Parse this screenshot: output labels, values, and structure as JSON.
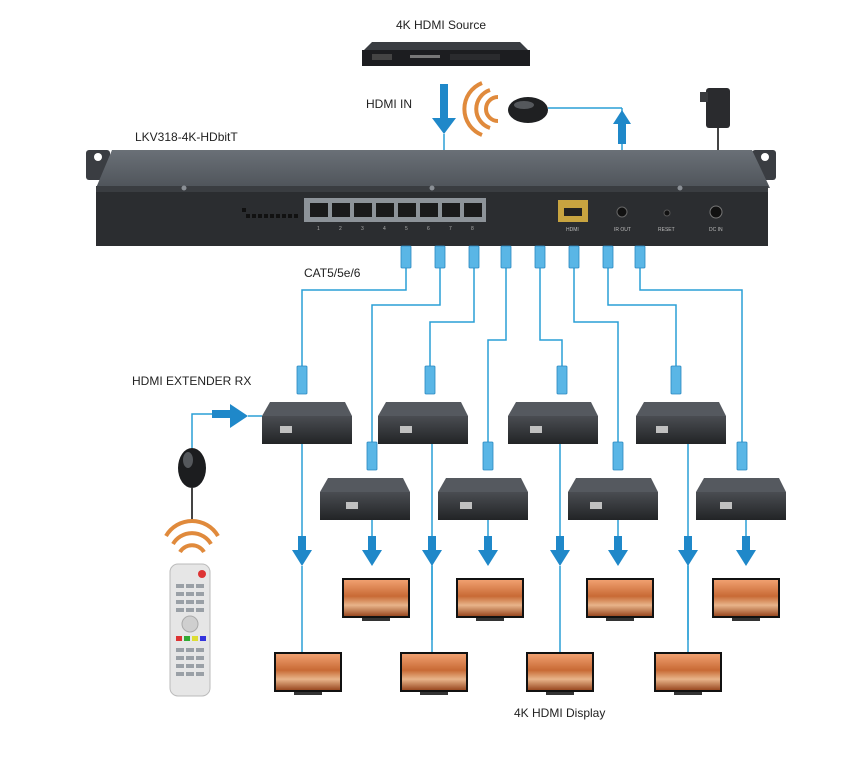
{
  "labels": {
    "source": "4K HDMI Source",
    "hdmi_in": "HDMI IN",
    "model": "LKV318-4K-HDbitT",
    "cable": "CAT5/5e/6",
    "receiver": "HDMI EXTENDER RX",
    "display": "4K HDMI Display"
  },
  "panel": {
    "hdmi_port": "HDMI",
    "ir_out": "IR OUT",
    "reset": "RESET",
    "dc_in": "DC IN",
    "port_numbers": [
      "1",
      "2",
      "3",
      "4",
      "5",
      "6",
      "7",
      "8"
    ]
  },
  "colors": {
    "line": "#2a9fd6",
    "arrow": "#1f88c9",
    "ir_waves": "#e08a3c",
    "device_dark": "#2e3033",
    "panel_top": "#5d6268"
  }
}
